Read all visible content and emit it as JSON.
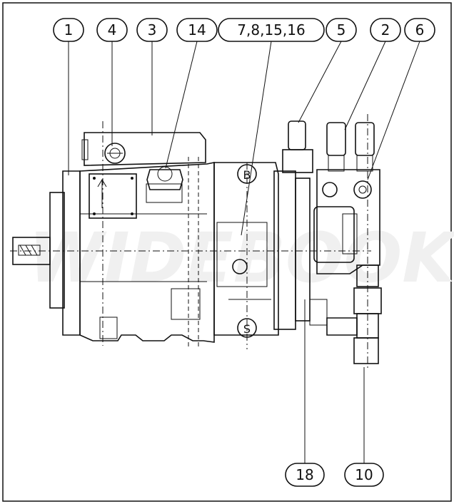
{
  "callouts": [
    {
      "id": "c1",
      "label": "1"
    },
    {
      "id": "c4",
      "label": "4"
    },
    {
      "id": "c3",
      "label": "3"
    },
    {
      "id": "c14",
      "label": "14"
    },
    {
      "id": "c7",
      "label": "7,8,15,16"
    },
    {
      "id": "c5",
      "label": "5"
    },
    {
      "id": "c2",
      "label": "2"
    },
    {
      "id": "c6",
      "label": "6"
    },
    {
      "id": "c18",
      "label": "18"
    },
    {
      "id": "c10",
      "label": "10"
    }
  ],
  "port_labels": {
    "b": "B",
    "s": "S"
  },
  "watermark": "WIDEBOOK"
}
